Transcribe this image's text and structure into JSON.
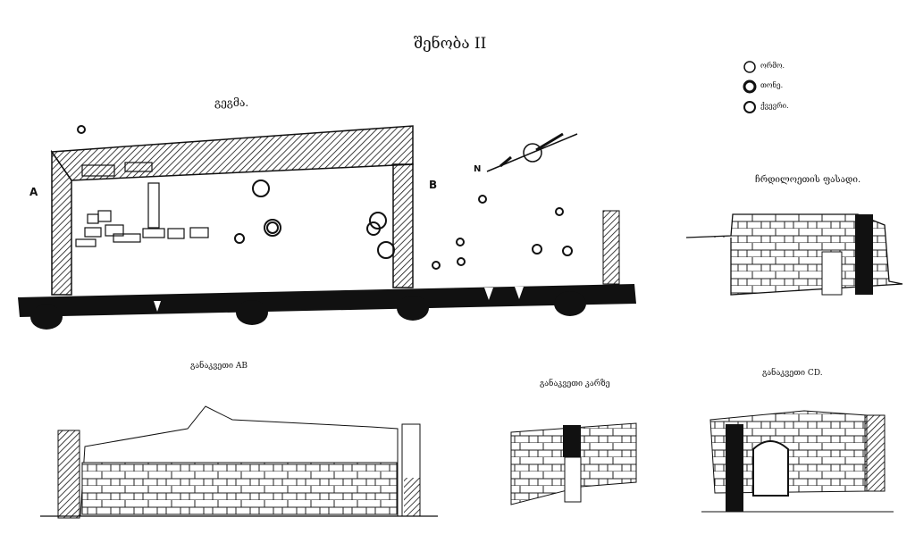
{
  "title": "შენობა II",
  "plan": {
    "label": "გეგმა.",
    "point_a": "A",
    "point_b": "B",
    "north": "N"
  },
  "legend": [
    {
      "label": "ორმო."
    },
    {
      "label": "თონე."
    },
    {
      "label": "ქვევრი."
    }
  ],
  "facade": {
    "label": "ჩრდილოეთის ფასადი."
  },
  "sections": {
    "ab": "განაკვეთი AB",
    "door": "განაკვეთი კარზე",
    "cd": "განაკვეთი CD."
  },
  "colors": {
    "ink": "#111111",
    "paper": "#ffffff"
  }
}
